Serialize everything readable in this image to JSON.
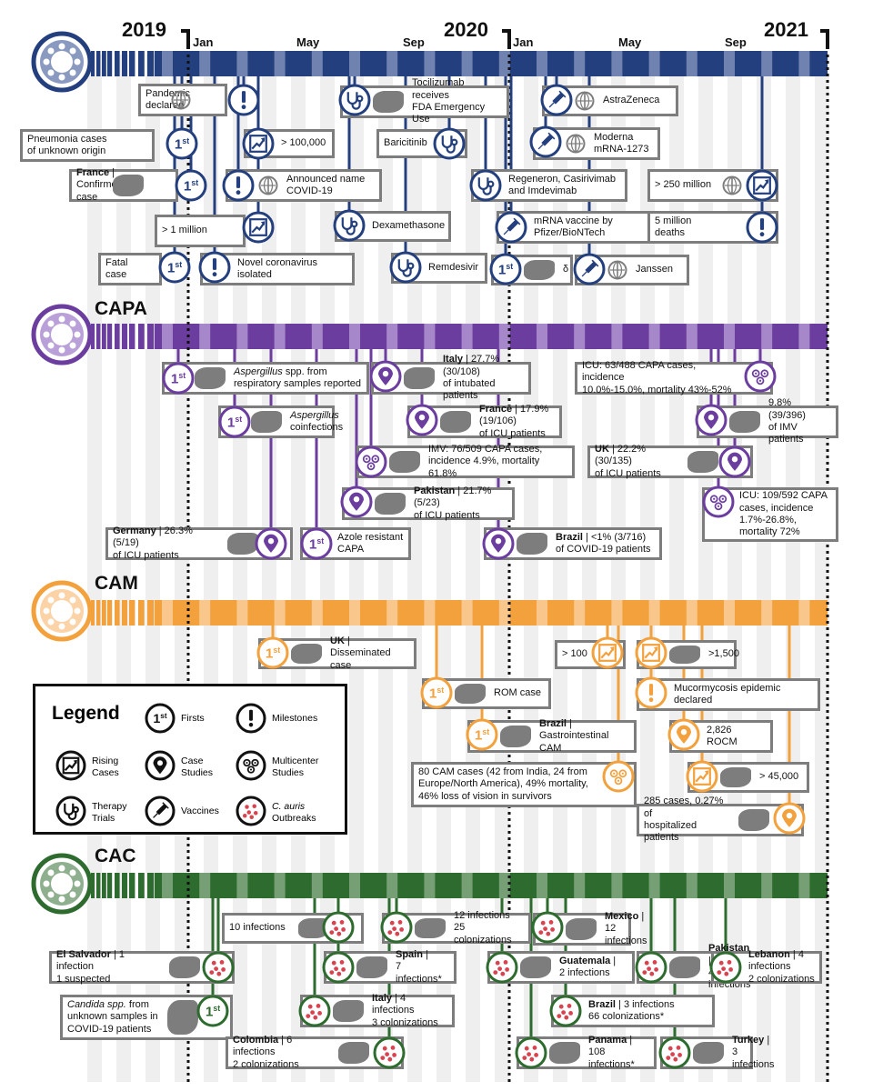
{
  "timeline": {
    "years": [
      "2019",
      "2020",
      "2021"
    ],
    "months": [
      "Jan",
      "May",
      "Sep",
      "Jan",
      "May",
      "Sep"
    ]
  },
  "sections": [
    {
      "id": "covid",
      "label": "",
      "color": "#243f7d",
      "light": "#8a99c0"
    },
    {
      "id": "capa",
      "label": "CAPA",
      "color": "#6b3d9e",
      "light": "#b9a0d8"
    },
    {
      "id": "cam",
      "label": "CAM",
      "color": "#f2a13c",
      "light": "#fbd3a6"
    },
    {
      "id": "cac",
      "label": "CAC",
      "color": "#2e6b2e",
      "light": "#8fb08f"
    }
  ],
  "legend": {
    "title": "Legend",
    "items": [
      {
        "icon": "first",
        "label": "Firsts"
      },
      {
        "icon": "milestone",
        "label": "Milestones"
      },
      {
        "icon": "rising",
        "label": "Rising\nCases"
      },
      {
        "icon": "case",
        "label": "Case\nStudies"
      },
      {
        "icon": "multicenter",
        "label": "Multicenter\nStudies"
      },
      {
        "icon": "therapy",
        "label": "Therapy\nTrials"
      },
      {
        "icon": "vaccine",
        "label": "Vaccines"
      },
      {
        "icon": "auris",
        "label": "C. auris\nOutbreaks"
      }
    ]
  },
  "events": [
    {
      "s": "covid",
      "icon": "milestone",
      "text": "Pandemic\ndeclared"
    },
    {
      "s": "covid",
      "icon": "first",
      "text": "Pneumonia cases\nof unknown origin"
    },
    {
      "s": "covid",
      "icon": "first",
      "text": "<b>France</b> |\nConfirmed case"
    },
    {
      "s": "covid",
      "icon": "rising",
      "text": "> 1 million"
    },
    {
      "s": "covid",
      "icon": "first",
      "text": "Fatal\ncase"
    },
    {
      "s": "covid",
      "icon": "rising",
      "text": "> 100,000"
    },
    {
      "s": "covid",
      "icon": "milestone",
      "text": "Announced name\nCOVID-19"
    },
    {
      "s": "covid",
      "icon": "milestone",
      "text": "Novel coronavirus\nisolated"
    },
    {
      "s": "covid",
      "icon": "therapy",
      "text": "Tocilizumab receives\nFDA Emergency Use"
    },
    {
      "s": "covid",
      "icon": "therapy",
      "text": "Baricitinib"
    },
    {
      "s": "covid",
      "icon": "therapy",
      "text": "Dexamethasone"
    },
    {
      "s": "covid",
      "icon": "therapy",
      "text": "Remdesivir"
    },
    {
      "s": "covid",
      "icon": "therapy",
      "text": "Regeneron, Casirivimab\nand Imdevimab"
    },
    {
      "s": "covid",
      "icon": "vaccine",
      "text": "mRNA vaccine by\nPfizer/BioNTech"
    },
    {
      "s": "covid",
      "icon": "first",
      "text": "δ"
    },
    {
      "s": "covid",
      "icon": "vaccine",
      "text": "AstraZeneca"
    },
    {
      "s": "covid",
      "icon": "vaccine",
      "text": "Moderna\nmRNA-1273"
    },
    {
      "s": "covid",
      "icon": "vaccine",
      "text": "Janssen"
    },
    {
      "s": "covid",
      "icon": "rising",
      "text": "> 250 million"
    },
    {
      "s": "covid",
      "icon": "milestone",
      "text": "5 million\ndeaths"
    },
    {
      "s": "capa",
      "icon": "first",
      "text": "<i>Aspergillus</i> spp. from\nrespiratory samples reported"
    },
    {
      "s": "capa",
      "icon": "first",
      "text": "<i>Aspergillus</i>\ncoinfections"
    },
    {
      "s": "capa",
      "icon": "case",
      "text": "<b>Germany</b> | 26.3% (5/19)\nof ICU patients"
    },
    {
      "s": "capa",
      "icon": "first",
      "text": "Azole resistant\nCAPA"
    },
    {
      "s": "capa",
      "icon": "multicenter",
      "text": "IMV: 76/509 CAPA cases,\nincidence 4.9%, mortality 61.8%"
    },
    {
      "s": "capa",
      "icon": "case",
      "text": "<b>Pakistan</b> | 21.7% (5/23)\nof ICU patients"
    },
    {
      "s": "capa",
      "icon": "case",
      "text": "<b>Italy</b> | 27.7% (30/108)\nof intubated patients"
    },
    {
      "s": "capa",
      "icon": "case",
      "text": "<b>France</b> | 17.9% (19/106)\nof ICU patients"
    },
    {
      "s": "capa",
      "icon": "case",
      "text": "<b>Brazil</b> | &lt;1% (3/716)\nof COVID-19 patients"
    },
    {
      "s": "capa",
      "icon": "multicenter",
      "text": "ICU: 63/488 CAPA cases, incidence\n10.0%-15.0%, mortality 43%-52%"
    },
    {
      "s": "capa",
      "icon": "case",
      "text": "9.8% (39/396)\nof IMV patients"
    },
    {
      "s": "capa",
      "icon": "case",
      "text": "<b>UK</b> | 22.2% (30/135)\nof ICU patients"
    },
    {
      "s": "capa",
      "icon": "multicenter",
      "text": "ICU: 109/592 CAPA\ncases, incidence\n1.7%-26.8%,\nmortality 72%"
    },
    {
      "s": "cam",
      "icon": "first",
      "text": "<b>UK</b> |\nDisseminated case"
    },
    {
      "s": "cam",
      "icon": "first",
      "text": "ROM case"
    },
    {
      "s": "cam",
      "icon": "first",
      "text": "<b>Brazil</b> |\nGastrointestinal CAM"
    },
    {
      "s": "cam",
      "icon": "multicenter",
      "text": "80 CAM cases (42 from India, 24 from\nEurope/North America), 49% mortality,\n46% loss of vision in survivors"
    },
    {
      "s": "cam",
      "icon": "rising",
      "text": "> 100"
    },
    {
      "s": "cam",
      "icon": "rising",
      "text": ">1,500"
    },
    {
      "s": "cam",
      "icon": "milestone",
      "text": "Mucormycosis epidemic\ndeclared"
    },
    {
      "s": "cam",
      "icon": "case",
      "text": "2,826\nROCM"
    },
    {
      "s": "cam",
      "icon": "rising",
      "text": "> 45,000"
    },
    {
      "s": "cam",
      "icon": "case",
      "text": "285 cases, 0.27% of\nhospitalized patients"
    },
    {
      "s": "cac",
      "icon": "auris",
      "text": "10 infections"
    },
    {
      "s": "cac",
      "icon": "auris",
      "text": "<b>El Salvador</b> | 1 infection\n1 suspected"
    },
    {
      "s": "cac",
      "icon": "first",
      "text": "<i>Candida spp.</i> from\nunknown samples in\nCOVID-19 patients"
    },
    {
      "s": "cac",
      "icon": "auris",
      "text": "<b>Spain</b> |\n7 infections*"
    },
    {
      "s": "cac",
      "icon": "auris",
      "text": "<b>Italy</b> | 4 infections\n3 colonizations"
    },
    {
      "s": "cac",
      "icon": "auris",
      "text": "<b>Colombia</b> | 6 infections\n2 colonizations"
    },
    {
      "s": "cac",
      "icon": "auris",
      "text": "12 infections\n25 colonizations"
    },
    {
      "s": "cac",
      "icon": "auris",
      "text": "<b>Mexico</b> |\n12 infections"
    },
    {
      "s": "cac",
      "icon": "auris",
      "text": "<b>Guatemala</b> |\n2 infections"
    },
    {
      "s": "cac",
      "icon": "auris",
      "text": "<b>Pakistan</b> |\n4 infections"
    },
    {
      "s": "cac",
      "icon": "auris",
      "text": "<b>Lebanon</b> | 4 infections\n2 colonizations"
    },
    {
      "s": "cac",
      "icon": "auris",
      "text": "<b>Brazil</b> | 3 infections\n66 colonizations*"
    },
    {
      "s": "cac",
      "icon": "auris",
      "text": "<b>Panama</b> |\n108 infections*"
    },
    {
      "s": "cac",
      "icon": "auris",
      "text": "<b>Turkey</b> |\n3 infections"
    }
  ]
}
